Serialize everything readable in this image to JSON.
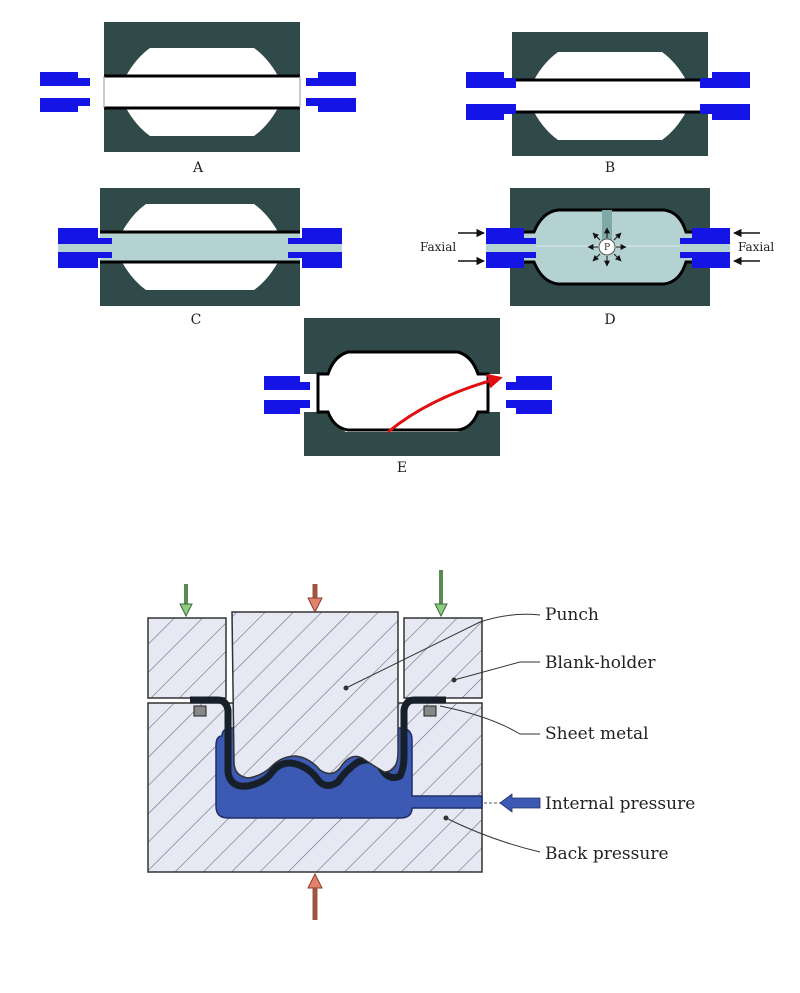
{
  "colors": {
    "die": "#2f4a48",
    "plunger": "#1414e6",
    "fluid": "#b4d2d2",
    "tube": "#000000",
    "arrow_red": "#e01010",
    "hatch_fill": "#e6e8f4",
    "pressure_fluid": "#3c5ab4",
    "arrow_green": "#8ecb82",
    "arrow_salmon": "#e3826a"
  },
  "hydroforming": {
    "steps": [
      {
        "label": "A"
      },
      {
        "label": "B"
      },
      {
        "label": "C"
      },
      {
        "label": "D"
      },
      {
        "label": "E"
      }
    ],
    "force_left": "Faxial",
    "force_right": "Faxial",
    "pressure_symbol": "P"
  },
  "sheet_forming": {
    "labels": {
      "punch": "Punch",
      "blank_holder": "Blank-holder",
      "sheet_metal": "Sheet metal",
      "internal_pressure": "Internal pressure",
      "back_pressure": "Back pressure"
    }
  }
}
